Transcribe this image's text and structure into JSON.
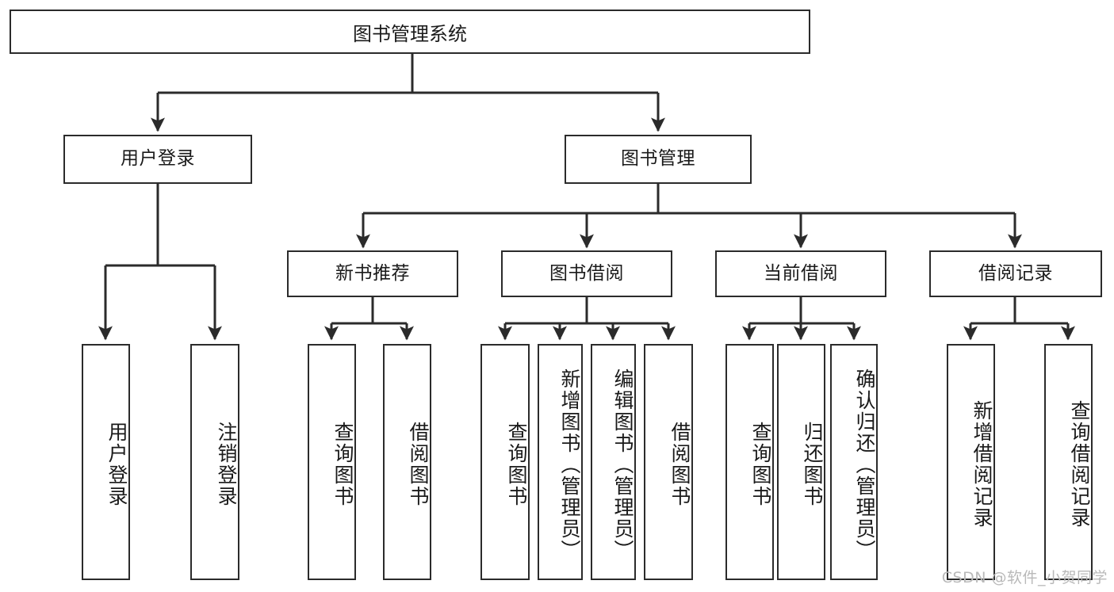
{
  "diagram": {
    "title": "图书管理系统",
    "type": "hierarchy-tree",
    "levels": 4,
    "root": {
      "label": "图书管理系统"
    },
    "level2": [
      {
        "label": "用户登录"
      },
      {
        "label": "图书管理"
      }
    ],
    "level3": [
      {
        "label": "新书推荐",
        "parent": "图书管理"
      },
      {
        "label": "图书借阅",
        "parent": "图书管理"
      },
      {
        "label": "当前借阅",
        "parent": "图书管理"
      },
      {
        "label": "借阅记录",
        "parent": "图书管理"
      }
    ],
    "leaves": {
      "user_login": [
        {
          "label": "用户登录"
        },
        {
          "label": "注销登录"
        }
      ],
      "new_book_recommend": [
        {
          "label": "查询图书"
        },
        {
          "label": "借阅图书"
        }
      ],
      "book_borrow": [
        {
          "label": "查询图书"
        },
        {
          "label": "新增图书（管理员）"
        },
        {
          "label": "编辑图书（管理员）"
        },
        {
          "label": "借阅图书"
        }
      ],
      "current_borrow": [
        {
          "label": "查询图书"
        },
        {
          "label": "归还图书"
        },
        {
          "label": "确认归还（管理员）"
        }
      ],
      "borrow_record": [
        {
          "label": "新增借阅记录"
        },
        {
          "label": "查询借阅记录"
        }
      ]
    },
    "watermark": "CSDN @软件_小贺同学",
    "colors": {
      "stroke": "#2b2b2b",
      "background": "#ffffff",
      "text": "#1a1a1a",
      "watermark": "#b9b9b9"
    }
  }
}
